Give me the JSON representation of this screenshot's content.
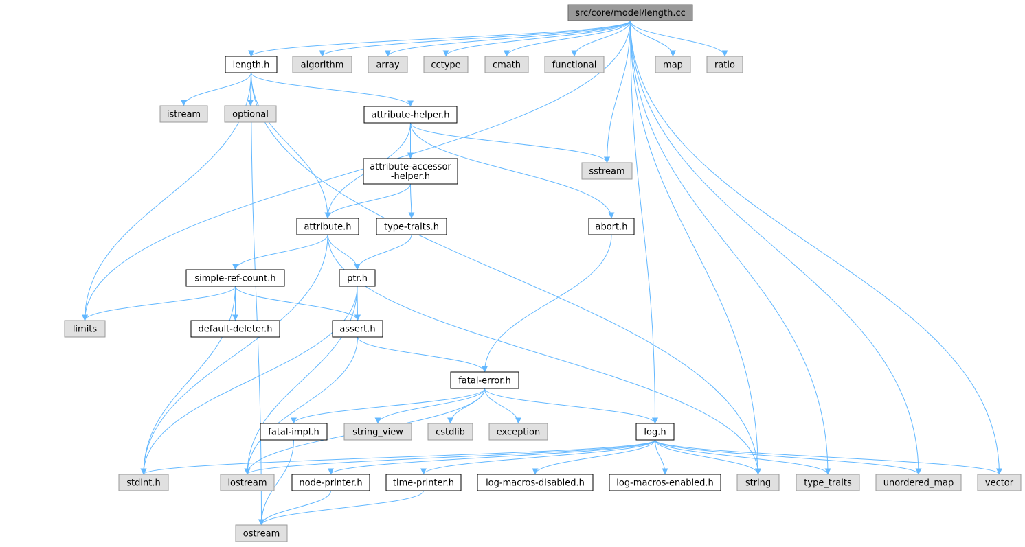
{
  "colors": {
    "edge": "#63b8ff",
    "local_fill": "#ffffff",
    "system_fill": "#e0e0e0",
    "root_fill": "#999999",
    "local_stroke": "#000000",
    "system_stroke": "#999999",
    "root_stroke": "#666666"
  },
  "nodes": [
    {
      "id": "length_cc",
      "lines": [
        "src/core/model/length.cc"
      ],
      "kind": "root"
    },
    {
      "id": "length_h",
      "lines": [
        "length.h"
      ],
      "kind": "local"
    },
    {
      "id": "algorithm",
      "lines": [
        "algorithm"
      ],
      "kind": "system"
    },
    {
      "id": "array",
      "lines": [
        "array"
      ],
      "kind": "system"
    },
    {
      "id": "cctype",
      "lines": [
        "cctype"
      ],
      "kind": "system"
    },
    {
      "id": "cmath",
      "lines": [
        "cmath"
      ],
      "kind": "system"
    },
    {
      "id": "functional",
      "lines": [
        "functional"
      ],
      "kind": "system"
    },
    {
      "id": "map",
      "lines": [
        "map"
      ],
      "kind": "system"
    },
    {
      "id": "ratio",
      "lines": [
        "ratio"
      ],
      "kind": "system"
    },
    {
      "id": "istream",
      "lines": [
        "istream"
      ],
      "kind": "system"
    },
    {
      "id": "optional",
      "lines": [
        "optional"
      ],
      "kind": "system"
    },
    {
      "id": "attribute_helper_h",
      "lines": [
        "attribute-helper.h"
      ],
      "kind": "local"
    },
    {
      "id": "sstream",
      "lines": [
        "sstream"
      ],
      "kind": "system"
    },
    {
      "id": "attribute_accessor_helper_h",
      "lines": [
        "attribute-accessor",
        "-helper.h"
      ],
      "kind": "local"
    },
    {
      "id": "attribute_h",
      "lines": [
        "attribute.h"
      ],
      "kind": "local"
    },
    {
      "id": "type_traits_h",
      "lines": [
        "type-traits.h"
      ],
      "kind": "local"
    },
    {
      "id": "abort_h",
      "lines": [
        "abort.h"
      ],
      "kind": "local"
    },
    {
      "id": "simple_ref_count_h",
      "lines": [
        "simple-ref-count.h"
      ],
      "kind": "local"
    },
    {
      "id": "ptr_h",
      "lines": [
        "ptr.h"
      ],
      "kind": "local"
    },
    {
      "id": "limits",
      "lines": [
        "limits"
      ],
      "kind": "system"
    },
    {
      "id": "default_deleter_h",
      "lines": [
        "default-deleter.h"
      ],
      "kind": "local"
    },
    {
      "id": "assert_h",
      "lines": [
        "assert.h"
      ],
      "kind": "local"
    },
    {
      "id": "fatal_error_h",
      "lines": [
        "fatal-error.h"
      ],
      "kind": "local"
    },
    {
      "id": "fatal_impl_h",
      "lines": [
        "fatal-impl.h"
      ],
      "kind": "local"
    },
    {
      "id": "string_view",
      "lines": [
        "string_view"
      ],
      "kind": "system"
    },
    {
      "id": "cstdlib",
      "lines": [
        "cstdlib"
      ],
      "kind": "system"
    },
    {
      "id": "exception",
      "lines": [
        "exception"
      ],
      "kind": "system"
    },
    {
      "id": "log_h",
      "lines": [
        "log.h"
      ],
      "kind": "local"
    },
    {
      "id": "stdint_h",
      "lines": [
        "stdint.h"
      ],
      "kind": "system"
    },
    {
      "id": "iostream",
      "lines": [
        "iostream"
      ],
      "kind": "system"
    },
    {
      "id": "node_printer_h",
      "lines": [
        "node-printer.h"
      ],
      "kind": "local"
    },
    {
      "id": "time_printer_h",
      "lines": [
        "time-printer.h"
      ],
      "kind": "local"
    },
    {
      "id": "log_macros_disabled_h",
      "lines": [
        "log-macros-disabled.h"
      ],
      "kind": "local"
    },
    {
      "id": "log_macros_enabled_h",
      "lines": [
        "log-macros-enabled.h"
      ],
      "kind": "local"
    },
    {
      "id": "string",
      "lines": [
        "string"
      ],
      "kind": "system"
    },
    {
      "id": "type_traits",
      "lines": [
        "type_traits"
      ],
      "kind": "system"
    },
    {
      "id": "unordered_map",
      "lines": [
        "unordered_map"
      ],
      "kind": "system"
    },
    {
      "id": "vector",
      "lines": [
        "vector"
      ],
      "kind": "system"
    },
    {
      "id": "ostream",
      "lines": [
        "ostream"
      ],
      "kind": "system"
    }
  ],
  "edges": [
    [
      "length_cc",
      "length_h"
    ],
    [
      "length_cc",
      "algorithm"
    ],
    [
      "length_cc",
      "array"
    ],
    [
      "length_cc",
      "cctype"
    ],
    [
      "length_cc",
      "cmath"
    ],
    [
      "length_cc",
      "functional"
    ],
    [
      "length_cc",
      "map"
    ],
    [
      "length_cc",
      "ratio"
    ],
    [
      "length_cc",
      "sstream"
    ],
    [
      "length_cc",
      "limits"
    ],
    [
      "length_cc",
      "log_h"
    ],
    [
      "length_cc",
      "string"
    ],
    [
      "length_cc",
      "type_traits"
    ],
    [
      "length_cc",
      "unordered_map"
    ],
    [
      "length_cc",
      "vector"
    ],
    [
      "length_h",
      "istream"
    ],
    [
      "length_h",
      "optional"
    ],
    [
      "length_h",
      "attribute_helper_h"
    ],
    [
      "length_h",
      "attribute_h"
    ],
    [
      "length_h",
      "limits"
    ],
    [
      "length_h",
      "ostream"
    ],
    [
      "length_h",
      "string"
    ],
    [
      "attribute_helper_h",
      "attribute_accessor_helper_h"
    ],
    [
      "attribute_helper_h",
      "sstream"
    ],
    [
      "attribute_helper_h",
      "attribute_h"
    ],
    [
      "attribute_helper_h",
      "abort_h"
    ],
    [
      "attribute_accessor_helper_h",
      "attribute_h"
    ],
    [
      "attribute_accessor_helper_h",
      "type_traits_h"
    ],
    [
      "attribute_h",
      "simple_ref_count_h"
    ],
    [
      "attribute_h",
      "ptr_h"
    ],
    [
      "attribute_h",
      "stdint_h"
    ],
    [
      "attribute_h",
      "string"
    ],
    [
      "type_traits_h",
      "ptr_h"
    ],
    [
      "abort_h",
      "fatal_error_h"
    ],
    [
      "simple_ref_count_h",
      "limits"
    ],
    [
      "simple_ref_count_h",
      "default_deleter_h"
    ],
    [
      "simple_ref_count_h",
      "assert_h"
    ],
    [
      "simple_ref_count_h",
      "stdint_h"
    ],
    [
      "ptr_h",
      "assert_h"
    ],
    [
      "ptr_h",
      "stdint_h"
    ],
    [
      "ptr_h",
      "iostream"
    ],
    [
      "assert_h",
      "fatal_error_h"
    ],
    [
      "assert_h",
      "iostream"
    ],
    [
      "fatal_error_h",
      "fatal_impl_h"
    ],
    [
      "fatal_error_h",
      "string_view"
    ],
    [
      "fatal_error_h",
      "cstdlib"
    ],
    [
      "fatal_error_h",
      "exception"
    ],
    [
      "fatal_error_h",
      "log_h"
    ],
    [
      "fatal_error_h",
      "iostream"
    ],
    [
      "fatal_impl_h",
      "ostream"
    ],
    [
      "log_h",
      "stdint_h"
    ],
    [
      "log_h",
      "iostream"
    ],
    [
      "log_h",
      "node_printer_h"
    ],
    [
      "log_h",
      "time_printer_h"
    ],
    [
      "log_h",
      "log_macros_disabled_h"
    ],
    [
      "log_h",
      "log_macros_enabled_h"
    ],
    [
      "log_h",
      "string"
    ],
    [
      "log_h",
      "type_traits"
    ],
    [
      "log_h",
      "unordered_map"
    ],
    [
      "log_h",
      "vector"
    ],
    [
      "node_printer_h",
      "ostream"
    ],
    [
      "time_printer_h",
      "ostream"
    ]
  ]
}
